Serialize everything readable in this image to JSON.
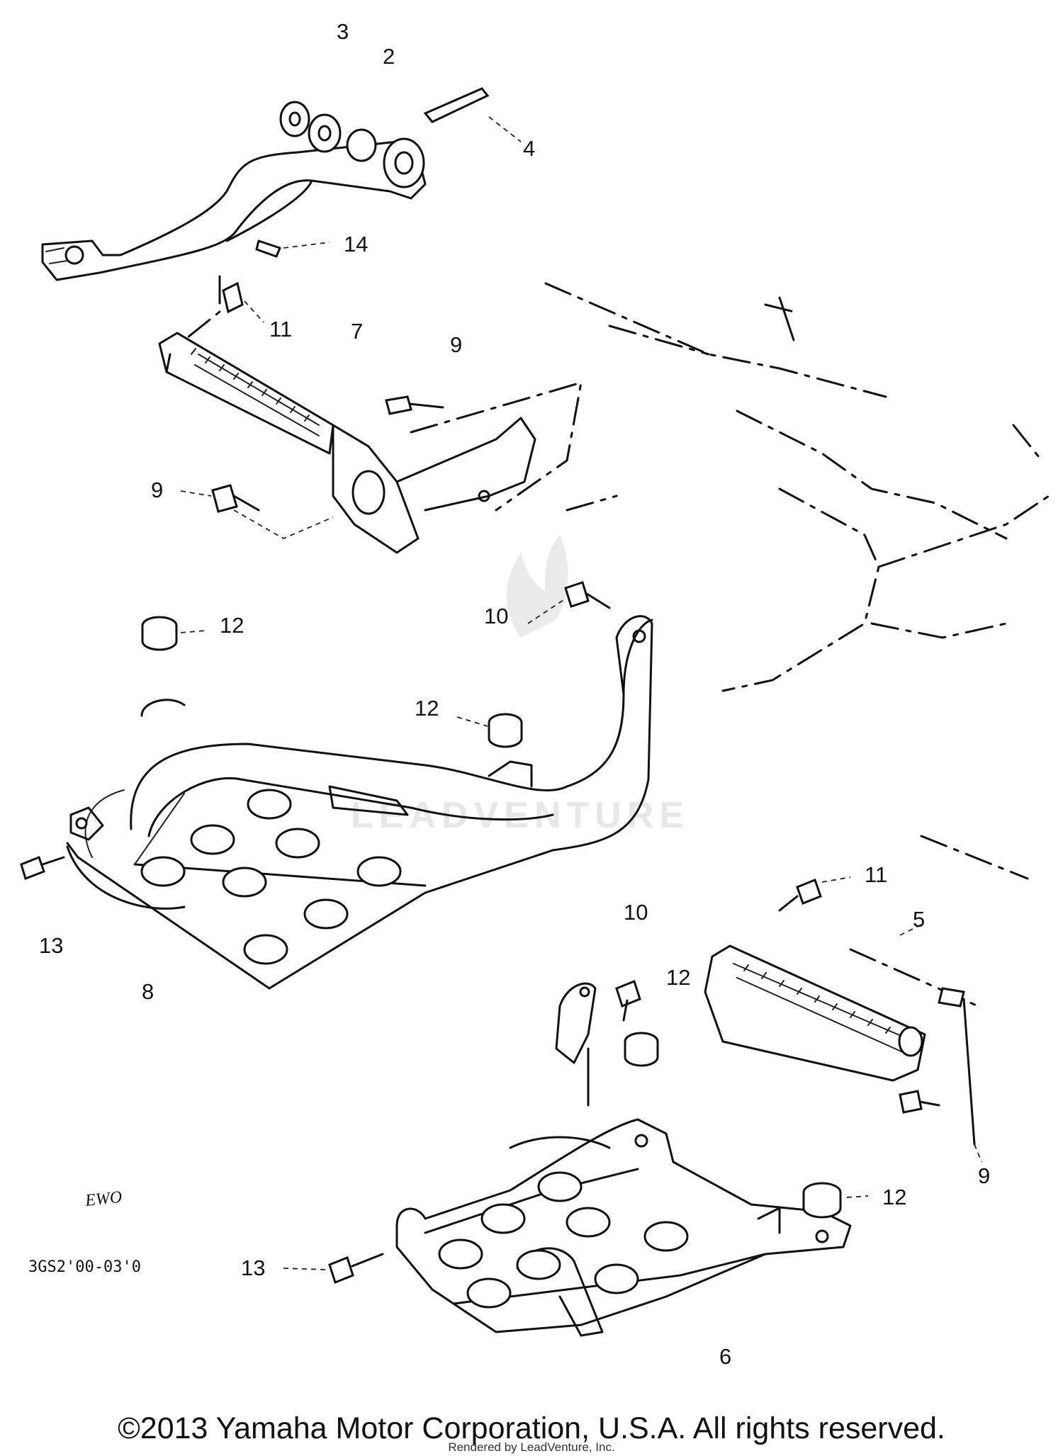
{
  "labels": {
    "l3": "3",
    "l2": "2",
    "l4": "4",
    "l14": "14",
    "l11a": "11",
    "l7": "7",
    "l9a": "9",
    "l9b": "9",
    "l10a": "10",
    "l12a": "12",
    "l12b": "12",
    "l13a": "13",
    "l8": "8",
    "l10b": "10",
    "l11b": "11",
    "l5": "5",
    "l12c": "12",
    "l9c": "9",
    "l12d": "12",
    "l13b": "13",
    "l6": "6"
  },
  "drawing_code": "3GS2'00-03'0",
  "stamp": "EWO",
  "watermark": "LEADVENTURE",
  "copyright": "©2013 Yamaha Motor Corporation, U.S.A. All rights reserved.",
  "rendered_by": "Rendered by LeadVenture, Inc."
}
